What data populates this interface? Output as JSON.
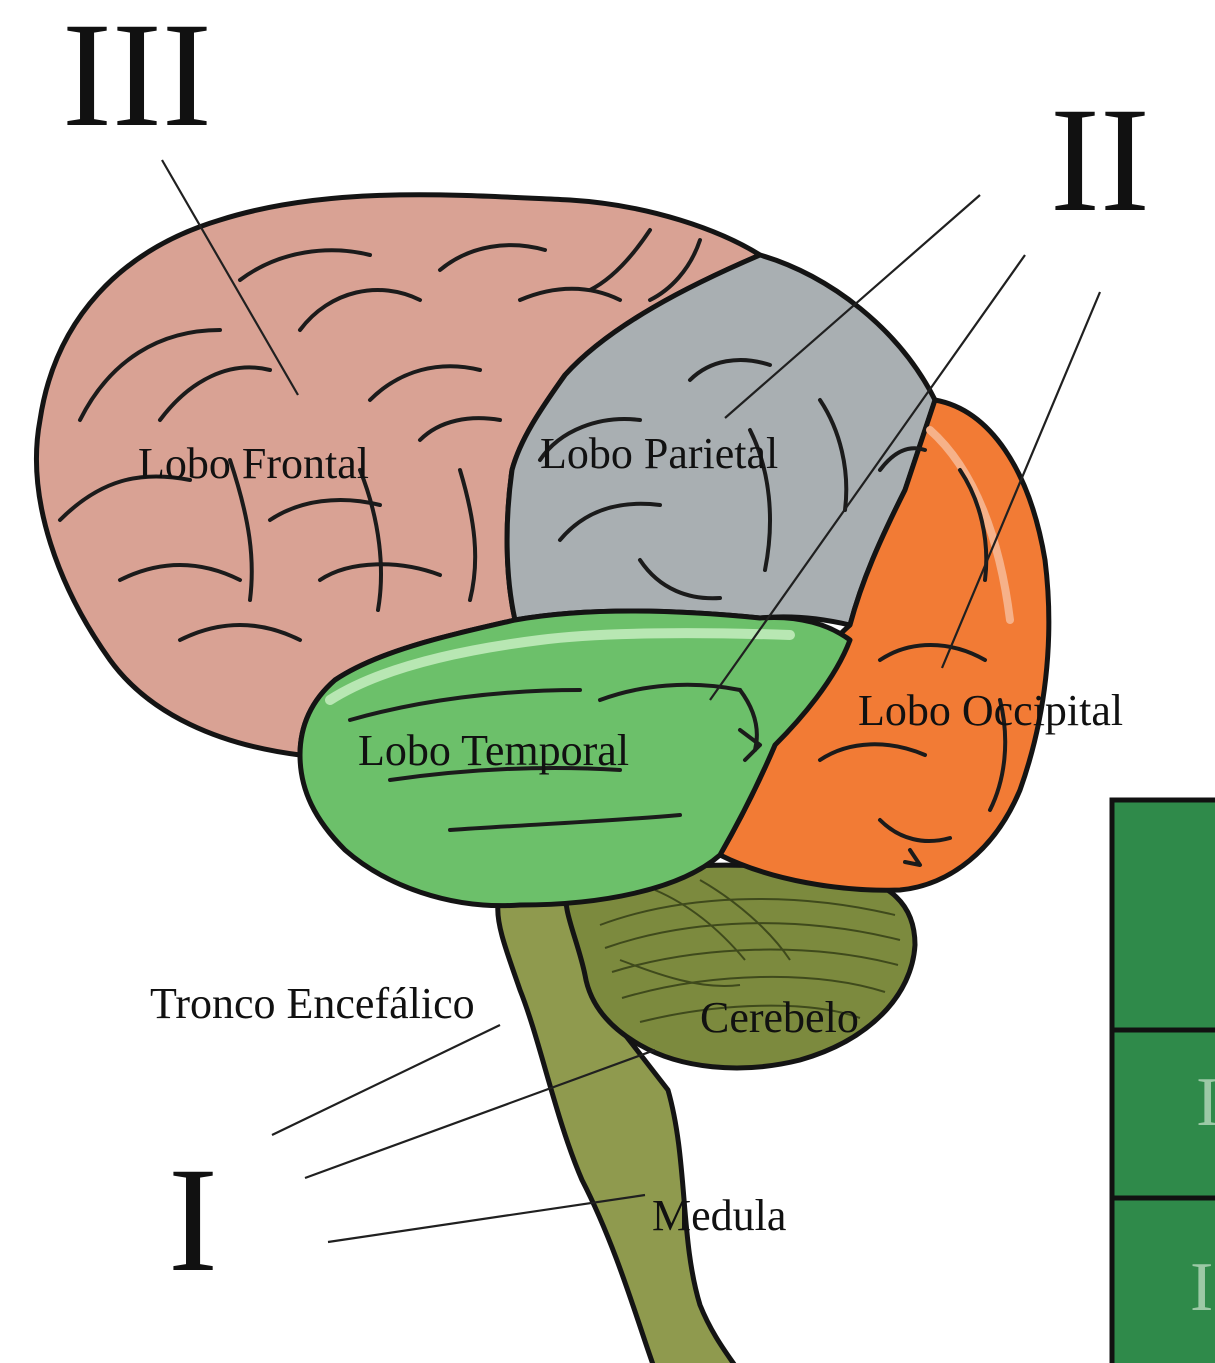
{
  "colors": {
    "frontal": "#d9a294",
    "parietal": "#a9afb2",
    "occipital": "#f27b35",
    "temporal": "#6cc06a",
    "cerebellum": "#7c8a3e",
    "brainstem": "#8f9a4e",
    "table_green": "#2f8a4a"
  },
  "labels": {
    "frontal": "Lobo Frontal",
    "parietal": "Lobo Parietal",
    "occipital": "Lobo Occipital",
    "temporal": "Lobo Temporal",
    "brainstem": "Tronco Encefálico",
    "cerebellum": "Cerebelo",
    "medulla": "Medula"
  },
  "numerals": {
    "one": "I",
    "two": "II",
    "three": "III"
  },
  "table": {
    "row2_partial": "I",
    "row3_partial": "I"
  }
}
